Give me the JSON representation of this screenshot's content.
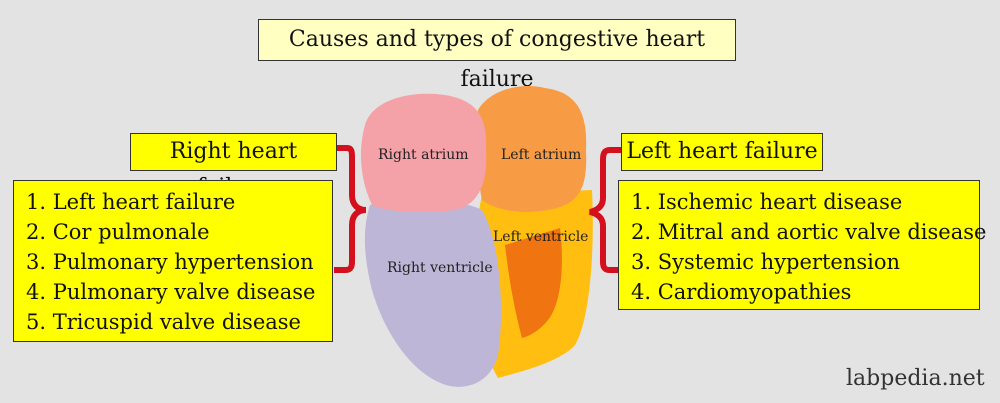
{
  "title": "Causes and types of congestive heart failure",
  "right_failure": {
    "heading": "Right heart failure",
    "items": [
      "1. Left heart failure",
      "2. Cor pulmonale",
      "3. Pulmonary hypertension",
      "4. Pulmonary valve disease",
      "5. Tricuspid valve disease"
    ]
  },
  "left_failure": {
    "heading": "Left heart failure",
    "items": [
      "1. Ischemic heart disease",
      "2. Mitral and aortic valve disease",
      "3. Systemic hypertension",
      "4. Cardiomyopathies"
    ]
  },
  "heart": {
    "right_atrium": "Right atrium",
    "left_atrium": "Left atrium",
    "left_ventricle": "Left ventricle",
    "right_ventricle": "Right ventricle"
  },
  "colors": {
    "right_atrium": "#f4a1a8",
    "left_atrium": "#f79c45",
    "left_ventricle": "#ffbe10",
    "left_ventricle_inner": "#f07410",
    "right_ventricle": "#bdb6d6",
    "bracket": "#d40f1e",
    "box": "#ffff00"
  },
  "watermark": "labpedia.net"
}
